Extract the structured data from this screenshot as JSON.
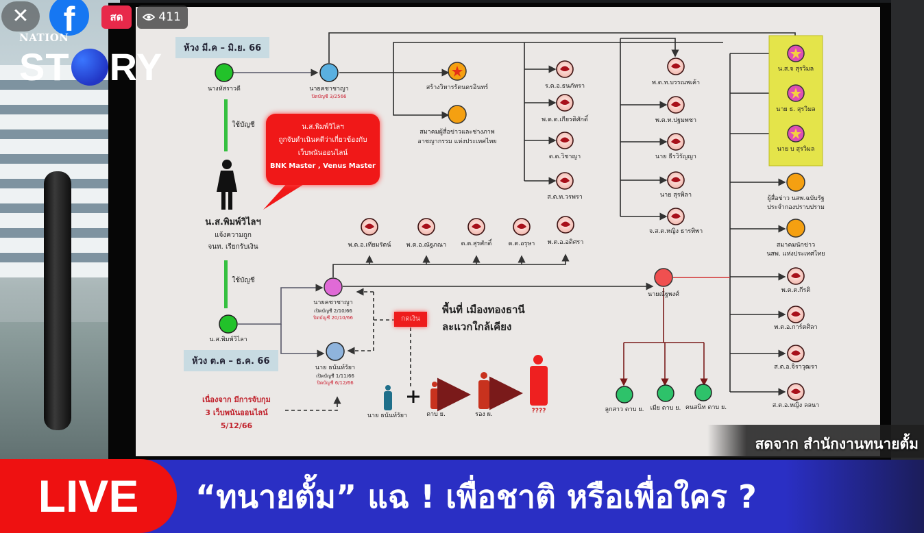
{
  "overlay": {
    "close_icon": "✕",
    "platform_icon": "facebook-icon",
    "platform_glyph": "f",
    "live_label": "สด",
    "viewer_count": "411",
    "viewer_icon": "eye-icon",
    "brand_top": "NATION",
    "brand_main_left": "ST",
    "brand_main_right": "RY"
  },
  "diagram": {
    "period_1": "ห้วง มี.ค – มิ.ย. 66",
    "period_2": "ห้วง ต.ค – ธ.ค. 66",
    "nodes": {
      "n1": "นางหัสราวดี",
      "n2": "นายคชาชาญา",
      "n2_sub": "ปิดบัญชี 3/2566",
      "n3": "สร้างวิหารรัตนดรอินทร์",
      "n4a": "สมาคมผู้สื่อข่าวและช่างภาพ",
      "n4b": "อาชญากรรม แห่งประเทศไทย",
      "p1": "ร.ต.อ.ธนภัทรา",
      "p2": "พ.ต.ต.เกียรติศักดิ์",
      "p3": "ด.ต.วิชาญา",
      "p4": "ส.ต.ท.วรพรา",
      "p5": "พ.ต.ท.บรรณพเค้า",
      "p6": "พ.ต.ท.ปฐมพชา",
      "p7": "นาย ธีรวิรัญญา",
      "p8": "นาย สุรพิลา",
      "p9": "จ.ส.ต.หญิง ธารทิพา",
      "g1": "น.ส.จ สุรวิมล",
      "g2": "นาย ธ. สุรวิมล",
      "g3": "นาย บ สุรวิมล",
      "o1a": "ผู้สื่อข่าว นสพ.ฉบับรัฐ",
      "o1b": "ประจำกองปราบปราม",
      "o2a": "สมาคมนักข่าว",
      "o2b": "นสพ. แห่งประเทศไทย",
      "r1": "พ.ต.ต.กีรติ",
      "r2": "พ.ต.อ.การ์ตศิลา",
      "r3": "ส.ต.อ.จิราวุฒรา",
      "r4": "ส.ต.อ.หญิง ลลนา",
      "woman_name": "น.ส.พิมพ์วิไลฯ",
      "woman_sub1": "แจ้งความถูก",
      "woman_sub2": "จนท. เรียกรับเงิน",
      "use_account_1": "ใช้บัญชี",
      "use_account_2": "ใช้บัญชี",
      "n5": "น.ส.พิมพ์วิไลา",
      "n6": "นายคชาชาญา",
      "n6_sub1": "เปิดบัญชี 2/10/66",
      "n6_sub2": "ปิดบัญชี 20/10/66",
      "n7": "นาย ธนันท์รัยา",
      "n7_sub1": "เปิดบัญชี 1/11/66",
      "n7_sub2": "ปิดบัญชี 6/12/66",
      "m1": "พ.ต.อ.เทียมรัตน์",
      "m2": "พ.ต.อ.ณัฐภณา",
      "m3": "ด.ต.สุรศักดิ์",
      "m4": "ด.ต.อรุษา",
      "m5": "พ.ต.อ.อดิศรา",
      "hub": "นายณัฐพงศ์",
      "f1": "ลูกสาว ดาบ ย.",
      "f2": "เมีย ดาบ ย.",
      "f3": "คนสนิท ดาบ ย.",
      "person_blue": "นาย ธนันท์รัยา",
      "person_r1": "ดาบ ย.",
      "person_r2": "รอง ผ.",
      "person_r3": "????"
    },
    "bubble_line1": "น.ส.พิมพ์วิไลฯ",
    "bubble_line2": "ถูกจับดำเนินคดีว่าเกี่ยวข้องกับ",
    "bubble_line3": "เว็บพนันออนไลน์",
    "bubble_line4": "BNK Master , Venus Master",
    "withdraw_label": "กดเงิน",
    "area_line1": "พื้นที่ เมืองทองธานี",
    "area_line2": "ละแวกใกล้เคียง",
    "note_line1": "เนื่องจาก มีการจับกุม",
    "note_line2": "3 เว็บพนันออนไลน์",
    "note_line3": "5/12/66"
  },
  "lower_third": {
    "source": "สดจาก สำนักงานทนายตั้ม",
    "live_badge": "LIVE",
    "headline": "“ทนายตั้ม” แฉ ! เพื่อชาติ หรือเพื่อใคร ?"
  },
  "colors": {
    "live_red": "#ee1111",
    "headline_blue": "#2a2fc4",
    "fb_blue": "#1677f2",
    "node_green": "#22c22a",
    "node_blue": "#5ab0e0",
    "node_orange": "#f5a011",
    "node_pink": "#e06ad6",
    "node_red": "#f05050",
    "highlight_yellow": "#e4e44a"
  }
}
